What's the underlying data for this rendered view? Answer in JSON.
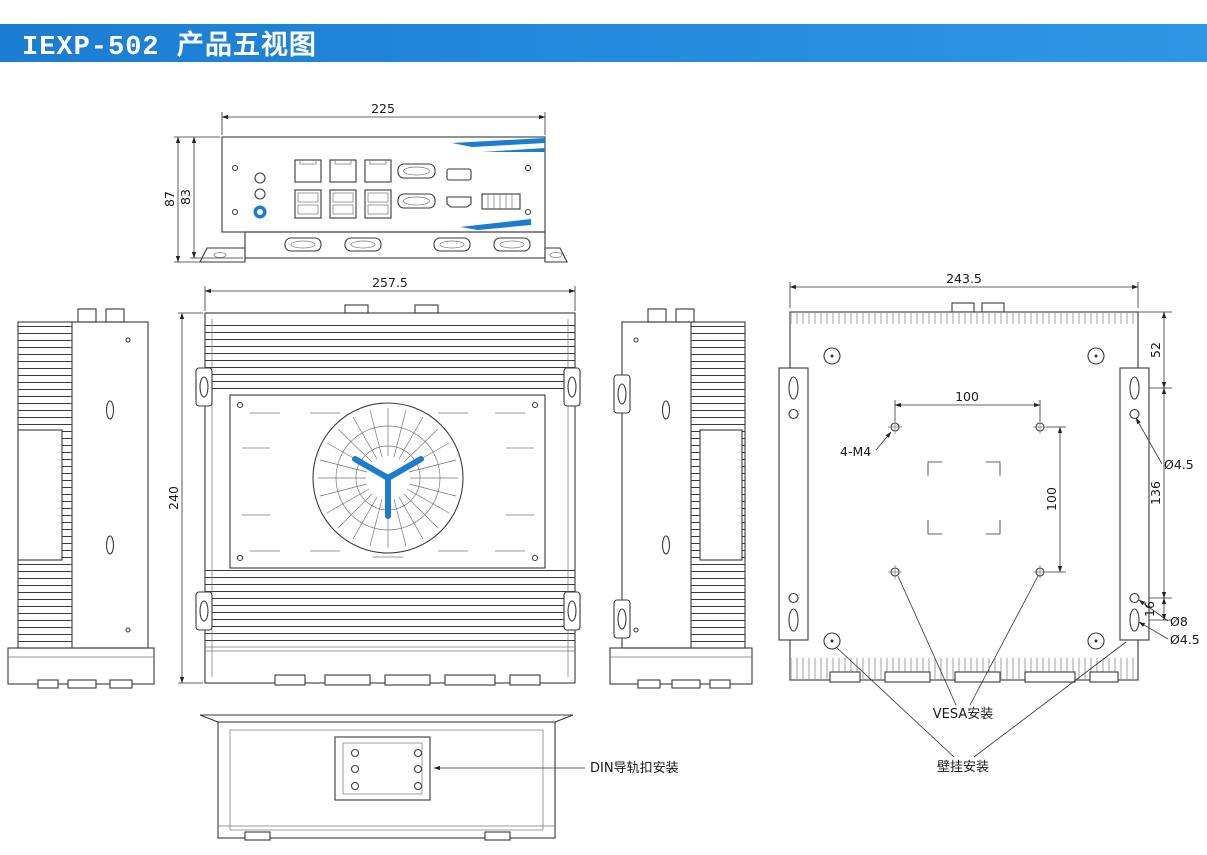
{
  "header": {
    "title": "IEXP-502 产品五视图"
  },
  "colors": {
    "banner": "#1a7dd2",
    "banner2": "#2e97e4",
    "accent": "#1a7dd2",
    "line": "#3a3a3a"
  },
  "views": {
    "front": {
      "dim_width": "225",
      "dim_height_outer": "87",
      "dim_height_inner": "83"
    },
    "top": {
      "dim_width": "257.5",
      "dim_height": "240"
    },
    "rear": {
      "dim_width": "243.5",
      "dim_right_top": "52",
      "dim_right_mid": "136",
      "dim_right_bottom": "16",
      "dim_vesa_horizontal": "100",
      "dim_vesa_vertical": "100",
      "label_screws": "4-M4",
      "label_hole_right": "Ø4.5",
      "label_hole_d8": "Ø8",
      "label_hole_d45": "Ø4.5",
      "label_vesa_mount": "VESA安装",
      "label_wall_mount": "壁挂安装"
    },
    "bottom": {
      "label_din_mount": "DIN导轨扣安装"
    }
  }
}
